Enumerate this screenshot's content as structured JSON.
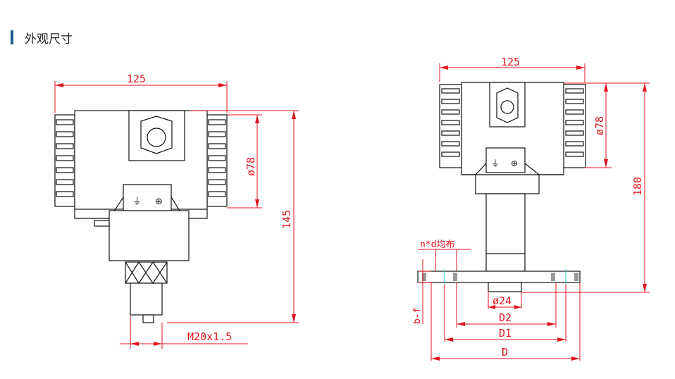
{
  "section_title": "外观尺寸",
  "left_view": {
    "width": "125",
    "cover_diameter": "ø78",
    "height": "145",
    "thread": "M20x1.5"
  },
  "right_view": {
    "width": "125",
    "cover_diameter": "ø78",
    "height": "180",
    "holes": "n*d均布",
    "flange_thickness": "b-f",
    "nozzle_diameter": "ø24",
    "d2": "D2",
    "d1": "D1",
    "d": "D"
  },
  "colors": {
    "accent": "#1c5a96",
    "dimension": "#e0141e"
  }
}
